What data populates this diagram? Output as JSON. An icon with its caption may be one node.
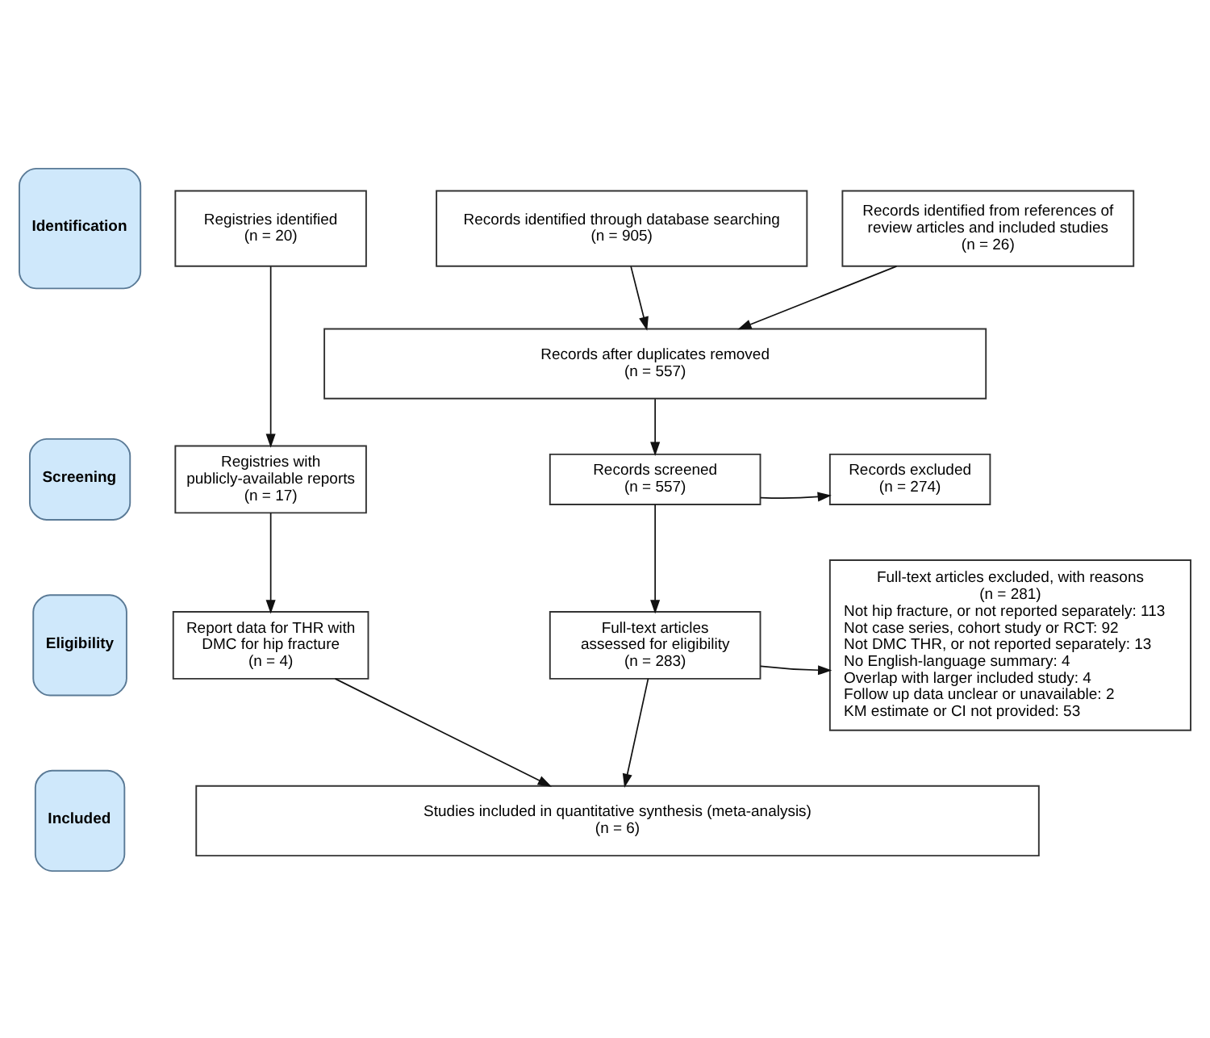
{
  "diagram": {
    "nodes": [
      {
        "text": [
          "Identification"
        ]
      },
      {
        "text": [
          "Registries identified",
          "(n = 20)"
        ]
      },
      {
        "text": [
          "Records identified through database searching",
          "(n = 905)"
        ]
      },
      {
        "text": [
          "Records identified from references of review articles and included studies",
          "(n = 26)"
        ]
      },
      {
        "text": [
          "Records after duplicates removed",
          "(n = 557)"
        ]
      },
      {
        "text": [
          "Screening"
        ]
      },
      {
        "text": [
          "Registries with publicly-available reports",
          "(n = 17)"
        ]
      },
      {
        "text": [
          "Records screened",
          "(n = 557)"
        ]
      },
      {
        "text": [
          "Records excluded",
          "(n = 274)"
        ]
      },
      {
        "text": [
          "Eligibility"
        ]
      },
      {
        "text": [
          "Report data for THR with DMC for hip fracture",
          "(n = 4)"
        ]
      },
      {
        "text": [
          "Full-text articles assessed for eligibility",
          "(n = 283)"
        ]
      },
      {
        "text": [
          "Full-text articles excluded, with reasons",
          "(n = 281)",
          "Not hip fracture, or not reported separately: 113",
          "Not case series, cohort study or RCT: 92",
          "Not DMC THR, or not reported separately: 13",
          "No English-language summary: 4",
          "Overlap with larger included study: 4",
          "Follow up data unclear or unavailable: 2",
          "KM estimate or CI not provided: 53"
        ]
      },
      {
        "text": [
          "Included"
        ]
      },
      {
        "text": [
          "Studies included in quantitative synthesis (meta-analysis)",
          "(n = 6)"
        ]
      }
    ],
    "edges": [
      {
        "from": 1,
        "to": 6,
        "arrow": "to"
      },
      {
        "from": 2,
        "to": 4,
        "arrow": "to"
      },
      {
        "from": 3,
        "to": 4,
        "arrow": "to"
      },
      {
        "from": 4,
        "to": 7,
        "arrow": "to"
      },
      {
        "from": 7,
        "to": 8,
        "arrow": "to"
      },
      {
        "from": 6,
        "to": 10,
        "arrow": "to"
      },
      {
        "from": 7,
        "to": 11,
        "arrow": "to"
      },
      {
        "from": 11,
        "to": 12,
        "arrow": "to"
      },
      {
        "from": 10,
        "to": 14,
        "arrow": "to"
      },
      {
        "from": 11,
        "to": 14,
        "arrow": "to"
      }
    ]
  }
}
